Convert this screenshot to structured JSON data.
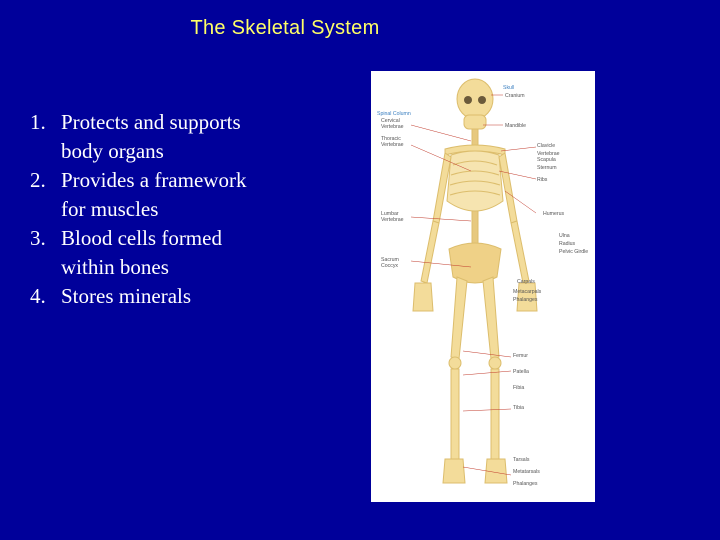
{
  "slide": {
    "title": "The Skeletal System",
    "points": [
      {
        "num": "1.",
        "lines": [
          "Protects and supports",
          "body organs"
        ]
      },
      {
        "num": "2.",
        "lines": [
          "Provides a framework",
          "for muscles"
        ]
      },
      {
        "num": "3.",
        "lines": [
          "Blood cells formed",
          "within bones"
        ]
      },
      {
        "num": "4.",
        "lines": [
          "Stores minerals"
        ]
      }
    ]
  },
  "figure": {
    "left_labels": {
      "spinal_column": "Spinal Column",
      "cervical": "Cervical",
      "cervical2": "Vertebrae",
      "thoracic": "Thoracic",
      "thoracic2": "Vertebrae",
      "lumbar": "Lumbar",
      "lumbar2": "Vertebrae",
      "sacrum": "Sacrum",
      "coccyx": "Coccyx"
    },
    "right_labels": {
      "skull": "Skull",
      "cranium": "Cranium",
      "mandible": "Mandible",
      "clavicle": "Clavicle",
      "vertebrae": "Vertebrae",
      "scapula": "Scapula",
      "sternum": "Sternum",
      "ribs": "Ribs",
      "humerus": "Humerus",
      "ulna": "Ulna",
      "radius": "Radius",
      "pelvic_girdle": "Pelvic Girdle",
      "carpals": "Carpals",
      "metacarpals": "Metacarpals",
      "phalanges": "Phalanges",
      "femur": "Femur",
      "patella": "Patella",
      "fibia": "Fibia",
      "tibia": "Tibia",
      "tarsals": "Tarsals",
      "metatarsals": "Metatarsals",
      "phalanges_foot": "Phalanges"
    },
    "colors": {
      "bone": "#f3dc9a",
      "bone_shade": "#dcbd6c",
      "line": "#c0392b"
    }
  }
}
